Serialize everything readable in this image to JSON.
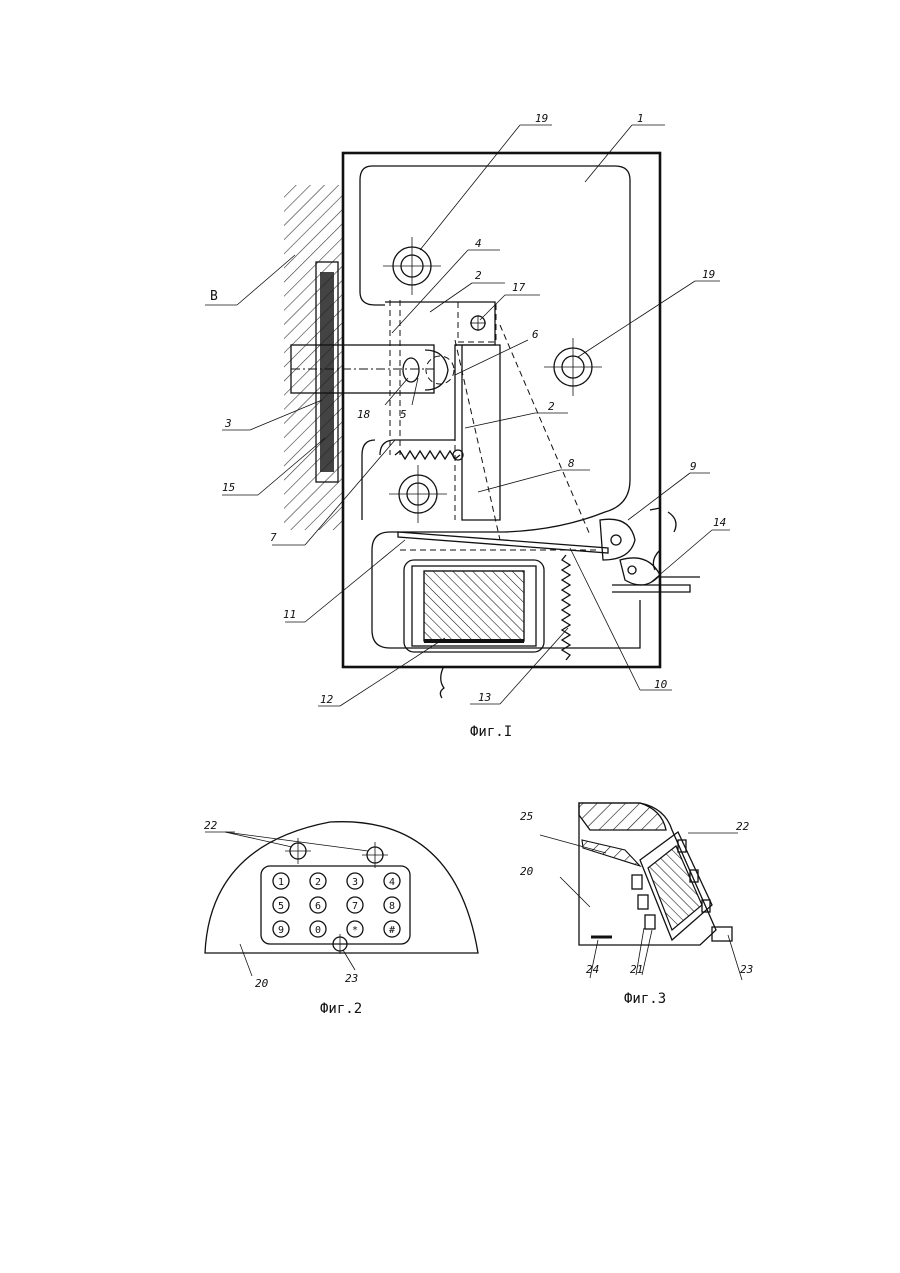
{
  "figures": [
    {
      "caption": "Фиг.I",
      "labels": {
        "l1": "1",
        "l2a": "2",
        "l2b": "2",
        "l3": "3",
        "l4": "4",
        "l5": "5",
        "l6": "6",
        "l7": "7",
        "l8": "8",
        "l9": "9",
        "l10": "10",
        "l11": "11",
        "l12": "12",
        "l13": "13",
        "l14": "14",
        "l15": "15",
        "l17": "17",
        "l18": "18",
        "l19a": "19",
        "l19b": "19",
        "lB": "В"
      }
    },
    {
      "caption": "Фиг.2",
      "labels": {
        "l20": "20",
        "l22": "22",
        "l23": "23"
      },
      "keypad": [
        "1",
        "2",
        "3",
        "4",
        "5",
        "6",
        "7",
        "8",
        "9",
        "0",
        "*",
        "#"
      ]
    },
    {
      "caption": "Фиг.3",
      "labels": {
        "l20": "20",
        "l21": "21",
        "l22": "22",
        "l23": "23",
        "l24": "24",
        "l25": "25"
      }
    }
  ]
}
